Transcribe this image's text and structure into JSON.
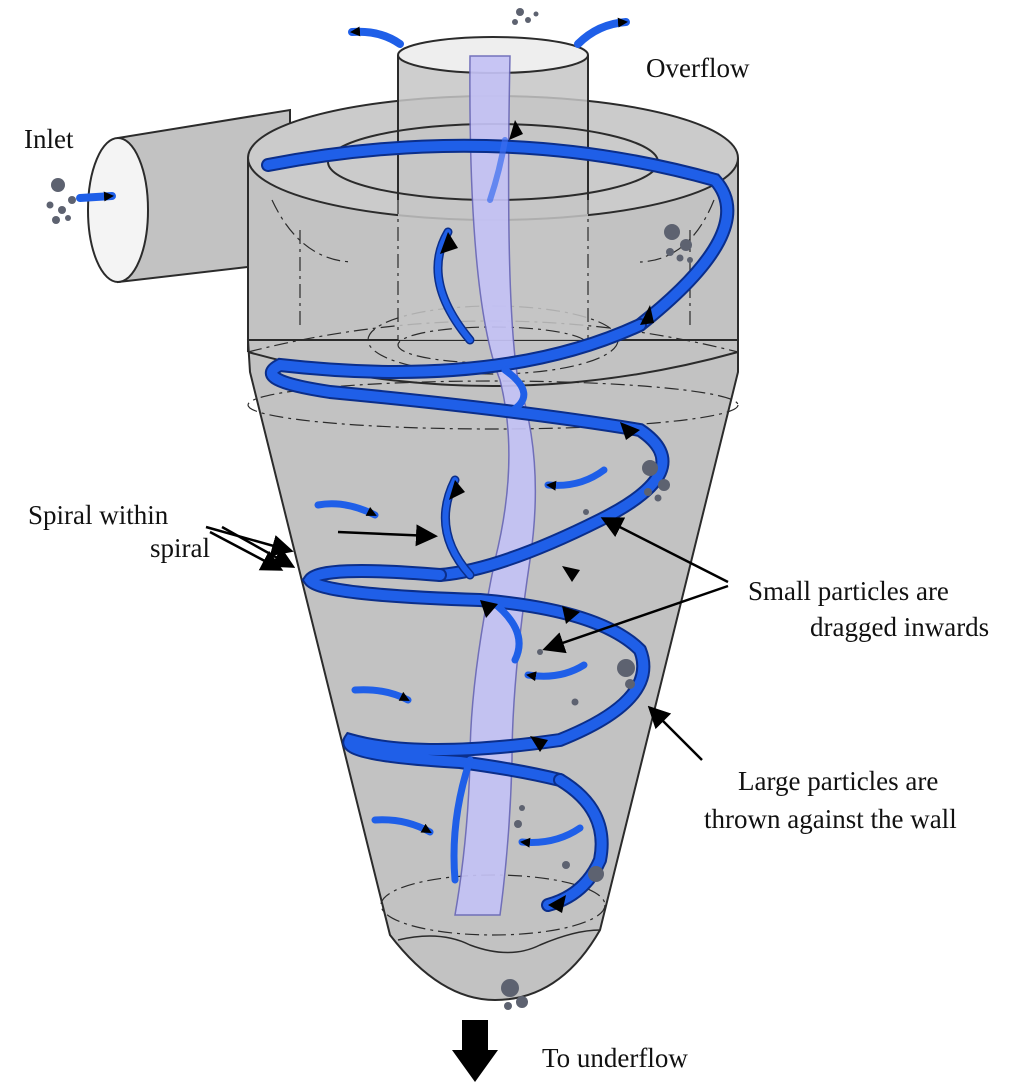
{
  "labels": {
    "inlet": "Inlet",
    "overflow": "Overflow",
    "spiral_line1": "Spiral within",
    "spiral_line2": "spiral",
    "small_line1": "Small particles are",
    "small_line2": "dragged inwards",
    "large_line1": "Large particles are",
    "large_line2": "thrown against the wall",
    "underflow": "To underflow"
  },
  "colors": {
    "body": "#c2c2c2",
    "body_stroke": "#2b2b2b",
    "inlet_face": "#f4f4f4",
    "outlet_top": "#eeeeee",
    "spiral": "#1f5fe8",
    "spiral_edge": "#0b2e8a",
    "core": "#c4c2f5",
    "particle": "#5d6270",
    "arrow": "#000000"
  }
}
